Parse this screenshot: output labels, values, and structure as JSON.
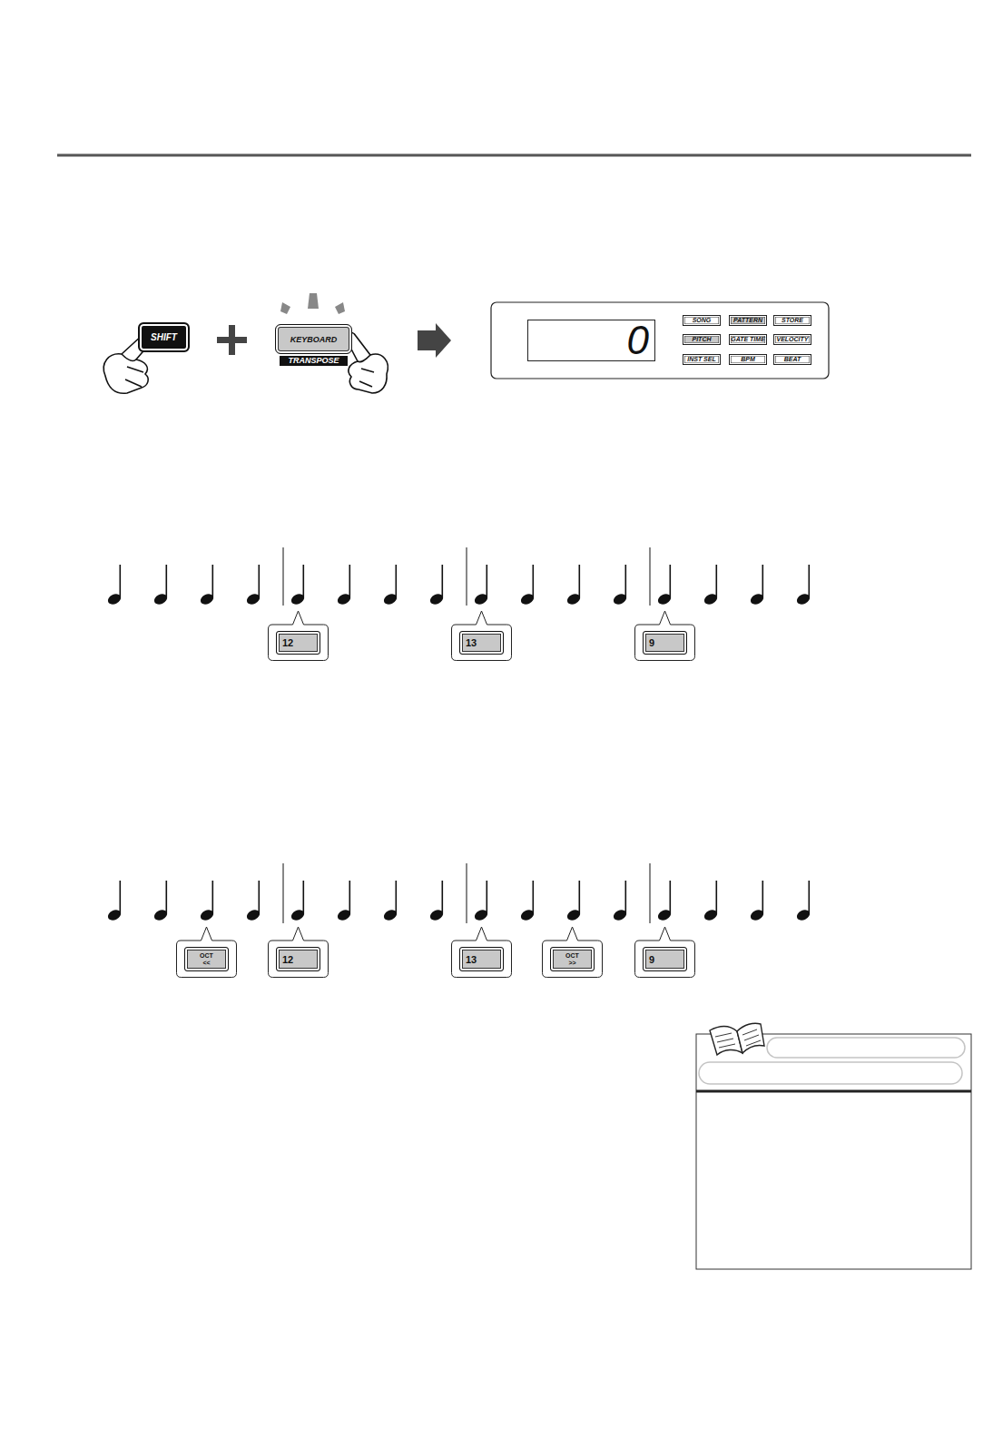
{
  "diagram": {
    "nodes": [
      {
        "text": [
          "SHIFT"
        ]
      },
      {
        "text": [
          "KEYBOARD",
          "TRANSPOSE"
        ]
      },
      {
        "text": [
          "0"
        ]
      },
      {
        "text": [
          "SONG"
        ]
      },
      {
        "text": [
          "PATTERN"
        ]
      },
      {
        "text": [
          "STORE"
        ]
      },
      {
        "text": [
          "PITCH"
        ]
      },
      {
        "text": [
          "GATE TIME"
        ]
      },
      {
        "text": [
          "VELOCITY"
        ]
      },
      {
        "text": [
          "INST SEL"
        ]
      },
      {
        "text": [
          "BPM"
        ]
      },
      {
        "text": [
          "BEAT"
        ]
      },
      {
        "text": [
          "12"
        ]
      },
      {
        "text": [
          "13"
        ]
      },
      {
        "text": [
          "9"
        ]
      },
      {
        "text": [
          "OCT <<"
        ]
      },
      {
        "text": [
          "12"
        ]
      },
      {
        "text": [
          "13"
        ]
      },
      {
        "text": [
          "OCT >>"
        ]
      },
      {
        "text": [
          "9"
        ]
      }
    ]
  }
}
